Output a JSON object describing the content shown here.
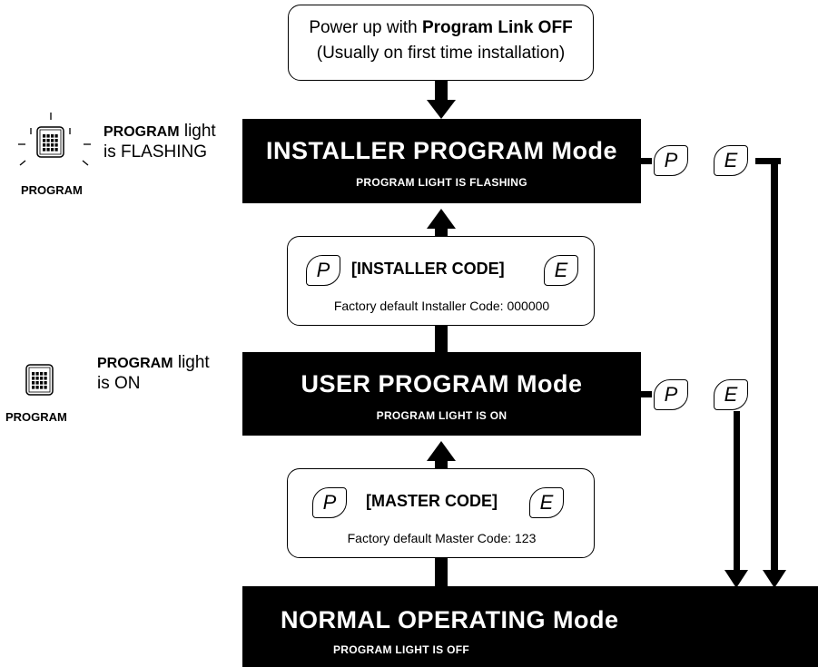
{
  "start": {
    "line1_prefix": "Power up with ",
    "line1_bold": "Program Link OFF",
    "line2": "(Usually on first time installation)"
  },
  "installer_mode": {
    "title": "INSTALLER PROGRAM Mode",
    "subtitle": "PROGRAM LIGHT IS FLASHING"
  },
  "installer_code": {
    "key_p": "P",
    "code": "[INSTALLER CODE]",
    "key_e": "E",
    "default_text": "Factory default Installer Code: 000000"
  },
  "user_mode": {
    "title": "USER PROGRAM Mode",
    "subtitle": "PROGRAM LIGHT IS ON"
  },
  "master_code": {
    "key_p": "P",
    "code": "[MASTER CODE]",
    "key_e": "E",
    "default_text": "Factory default Master Code: 123"
  },
  "normal_mode": {
    "title": "NORMAL OPERATING Mode",
    "subtitle": "PROGRAM LIGHT IS OFF"
  },
  "exit_keys": {
    "installer": {
      "p": "P",
      "e": "E"
    },
    "user": {
      "p": "P",
      "e": "E"
    }
  },
  "legend_flashing": {
    "bold": "PROGRAM",
    "text1": " light",
    "text2": "is FLASHING",
    "icon_label": "PROGRAM",
    "icon": "keypad-light-flashing-icon"
  },
  "legend_on": {
    "bold": "PROGRAM",
    "text1": " light",
    "text2": "is ON",
    "icon_label": "PROGRAM",
    "icon": "keypad-light-on-icon"
  }
}
